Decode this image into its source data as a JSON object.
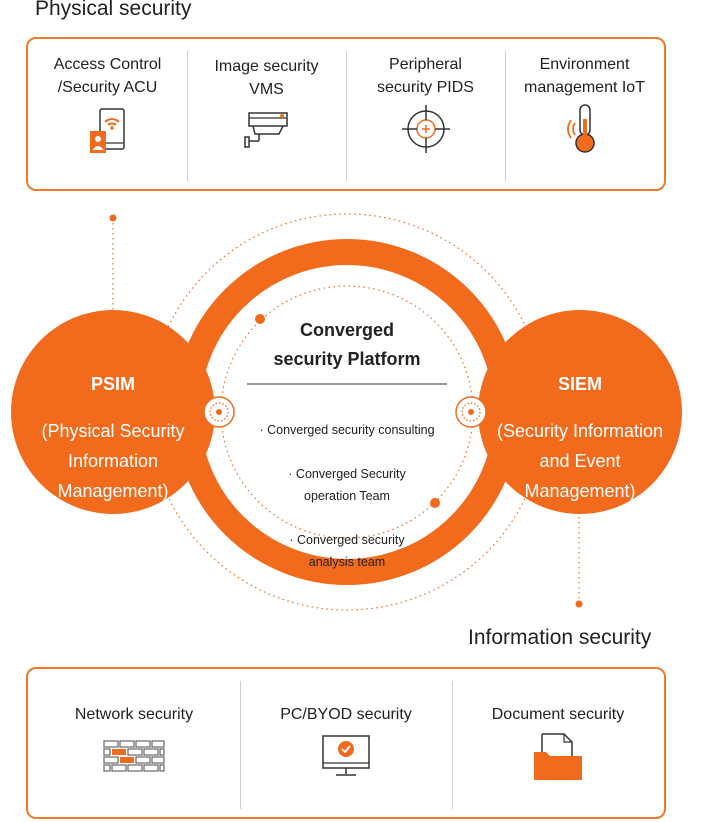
{
  "physical": {
    "title": "Physical security",
    "items": [
      {
        "label": "Access Control\n/Security ACU",
        "icon": "phone-access-icon"
      },
      {
        "label": "Image security\nVMS",
        "icon": "cctv-camera-icon"
      },
      {
        "label": "Peripheral\nsecurity PIDS",
        "icon": "crosshair-icon"
      },
      {
        "label": "Environment\nmanagement IoT",
        "icon": "thermometer-icon"
      }
    ]
  },
  "center": {
    "title": "Converged\nsecurity Platform",
    "list": [
      "· Converged security consulting",
      "· Converged Security\noperation Team",
      "· Converged security\nanalysis team"
    ]
  },
  "psim": {
    "title": "PSIM",
    "subtitle": "(Physical Security\nInformation\nManagement)"
  },
  "siem": {
    "title": "SIEM",
    "subtitle": "(Security Information\nand Event\nManagement)"
  },
  "information": {
    "title": "Information security",
    "items": [
      {
        "label": "Network security",
        "icon": "firewall-icon"
      },
      {
        "label": "PC/BYOD security",
        "icon": "monitor-check-icon"
      },
      {
        "label": "Document security",
        "icon": "document-folder-icon"
      }
    ]
  },
  "colors": {
    "accent": "#f26b1d",
    "accent_light": "#f59a5b",
    "border": "#ef7a2e",
    "divider": "#cfcfcf",
    "text": "#222222"
  }
}
